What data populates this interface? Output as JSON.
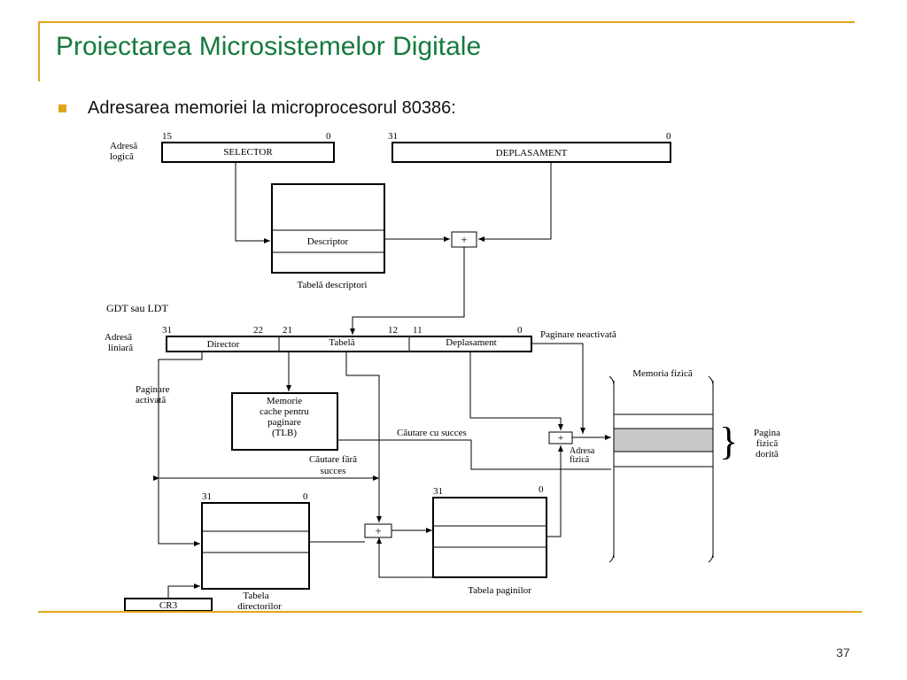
{
  "slide": {
    "title": "Proiectarea Microsistemelor Digitale",
    "bullet": "Adresarea memoriei la microprocesorul 80386:",
    "page_number": "37"
  },
  "diagram": {
    "logical_address_label": [
      "Adresã",
      "logicã"
    ],
    "selector": {
      "label": "SELECTOR",
      "bit_high": "15",
      "bit_low": "0"
    },
    "offset": {
      "label": "DEPLASAMENT",
      "bit_high": "31",
      "bit_low": "0"
    },
    "descriptor_row": "Descriptor",
    "descriptor_table": "Tabelã descriptori",
    "gdt_ldt": "GDT sau LDT",
    "plus": "+",
    "linear_address_label": [
      "Adresã",
      "liniarã"
    ],
    "linear_bits": [
      "31",
      "22",
      "21",
      "12",
      "11",
      "0"
    ],
    "linear_fields": [
      "Director",
      "Tabelã",
      "Deplasament"
    ],
    "paging_disabled": "Paginare neactivatã",
    "paging_enabled": [
      "Paginare",
      "activatã"
    ],
    "tlb": [
      "Memorie",
      "cache pentru",
      "paginare",
      "(TLB)"
    ],
    "hit": "Cãutare cu succes",
    "miss": [
      "Cãutare fãrã",
      "succes"
    ],
    "physical_address": [
      "Adresa",
      "fizicã"
    ],
    "physical_memory": "Memoria fizicã",
    "desired_page": [
      "Pagina",
      "fizicã",
      "doritã"
    ],
    "dir_table": {
      "bit_high": "31",
      "bit_low": "0",
      "caption": [
        "Tabela",
        "directorilor"
      ]
    },
    "page_table": {
      "bit_high": "31",
      "bit_low": "0",
      "caption": "Tabela paginilor"
    },
    "cr3": "CR3"
  }
}
